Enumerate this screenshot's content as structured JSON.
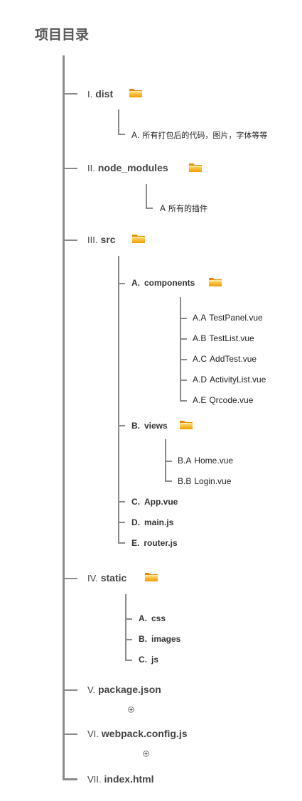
{
  "title": "项目目录",
  "nodes": {
    "dist": {
      "num": "I.",
      "label": "dist"
    },
    "dist_a": {
      "num": "A.",
      "label": "所有打包后的代码，图片，字体等等"
    },
    "node_modules": {
      "num": "II.",
      "label": "node_modules"
    },
    "node_modules_a": {
      "num": "A",
      "label": "所有的插件"
    },
    "src": {
      "num": "III.",
      "label": "src"
    },
    "components": {
      "num": "A.",
      "label": "components"
    },
    "comp_a": {
      "num": "A.A",
      "label": "TestPanel.vue"
    },
    "comp_b": {
      "num": "A.B",
      "label": "TestList.vue"
    },
    "comp_c": {
      "num": "A.C",
      "label": "AddTest.vue"
    },
    "comp_d": {
      "num": "A.D",
      "label": "ActivityList.vue"
    },
    "comp_e": {
      "num": "A.E",
      "label": "Qrcode.vue"
    },
    "views": {
      "num": "B.",
      "label": "views"
    },
    "views_a": {
      "num": "B.A",
      "label": "Home.vue"
    },
    "views_b": {
      "num": "B.B",
      "label": "Login.vue"
    },
    "app": {
      "num": "C.",
      "label": "App.vue"
    },
    "main": {
      "num": "D.",
      "label": "main.js"
    },
    "router": {
      "num": "E.",
      "label": "router.js"
    },
    "static": {
      "num": "IV.",
      "label": "static"
    },
    "css": {
      "num": "A.",
      "label": "css"
    },
    "images": {
      "num": "B.",
      "label": "images"
    },
    "js": {
      "num": "C.",
      "label": "js"
    },
    "package": {
      "num": "V.",
      "label": "package.json"
    },
    "webpack": {
      "num": "VI.",
      "label": "webpack.config.js"
    },
    "index": {
      "num": "VII.",
      "label": "index.html"
    }
  },
  "icons": {
    "folder": "folder-icon",
    "expand": "plus-circle-icon"
  },
  "colors": {
    "line": "#8a8a8a",
    "folder_top": "#ffd24a",
    "folder_bottom": "#f39a00"
  }
}
